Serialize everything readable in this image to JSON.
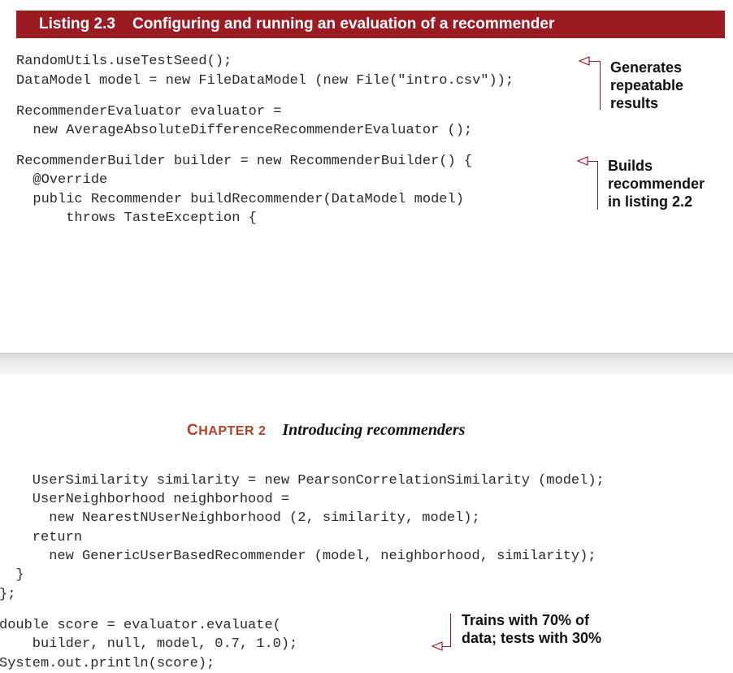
{
  "listing": {
    "number": "Listing 2.3",
    "title": "Configuring and running an evaluation of a recommender"
  },
  "code_top": [
    "RandomUtils.useTestSeed();",
    "DataModel model = new FileDataModel (new File(\"intro.csv\"));",
    "RecommenderEvaluator evaluator =",
    "  new AverageAbsoluteDifferenceRecommenderEvaluator ();",
    "RecommenderBuilder builder = new RecommenderBuilder() {",
    "  @Override",
    "  public Recommender buildRecommender(DataModel model)",
    "      throws TasteException {"
  ],
  "code_bottom": [
    "    UserSimilarity similarity = new PearsonCorrelationSimilarity (model);",
    "    UserNeighborhood neighborhood =",
    "      new NearestNUserNeighborhood (2, similarity, model);",
    "    return",
    "      new GenericUserBasedRecommender (model, neighborhood, similarity);",
    "  }",
    "};",
    "double score = evaluator.evaluate(",
    "    builder, null, model, 0.7, 1.0);",
    "System.out.println(score);"
  ],
  "annotations": {
    "a1": [
      "Generates",
      "repeatable",
      "results"
    ],
    "a2": [
      "Builds",
      "recommender",
      "in listing 2.2"
    ],
    "a3": [
      "Trains with 70% of",
      "data; tests with 30%"
    ]
  },
  "running_head": {
    "chapter_initial": "C",
    "chapter_rest": "HAPTER 2",
    "title": "Introducing recommenders"
  },
  "colors": {
    "accent": "#9b1b23",
    "chapter": "#b24025"
  }
}
